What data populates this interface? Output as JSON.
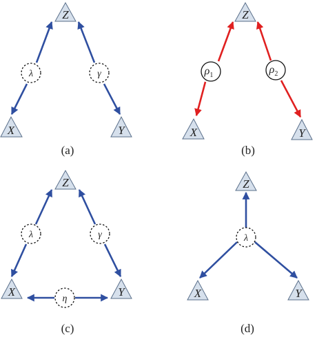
{
  "panels": [
    {
      "caption": "(a)",
      "vertices": {
        "top": "Z",
        "left": "X",
        "right": "Y"
      },
      "latents": [
        "λ",
        "γ"
      ]
    },
    {
      "caption": "(b)",
      "vertices": {
        "top": "Z",
        "left": "X",
        "right": "Y"
      },
      "latents": [
        "ρ",
        "ρ"
      ],
      "latent_subscripts": [
        "1",
        "2"
      ]
    },
    {
      "caption": "(c)",
      "vertices": {
        "top": "Z",
        "left": "X",
        "right": "Y"
      },
      "latents": [
        "λ",
        "γ",
        "η"
      ]
    },
    {
      "caption": "(d)",
      "vertices": {
        "top": "Z",
        "left": "X",
        "right": "Y"
      },
      "latents": [
        "λ"
      ]
    }
  ],
  "colors": {
    "blue_edge": "#2f4fa0",
    "red_edge": "#e02020",
    "triangle_fill": "#d6e0ec"
  }
}
